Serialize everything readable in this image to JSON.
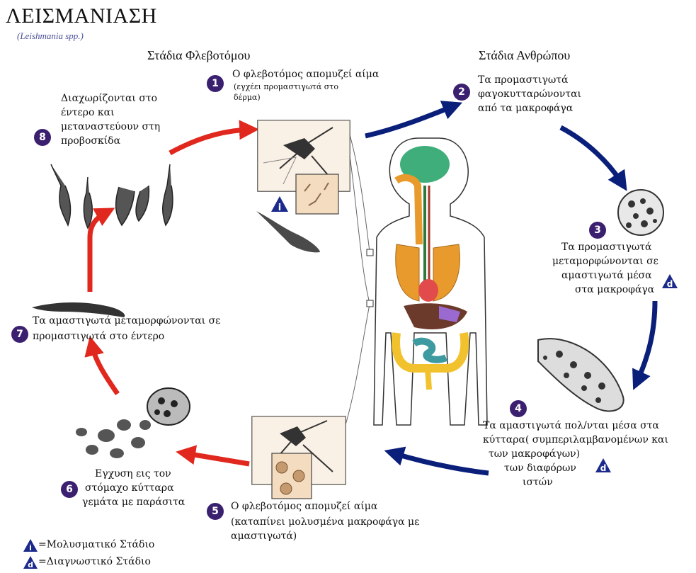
{
  "title": "ΛΕΙΣΜΑΝΙΑΣΗ",
  "subtitle": "(Leishmania spp.)",
  "sections": {
    "sandfly": "Στάδια Φλεβοτόμου",
    "human": "Στάδια Ανθρώπου"
  },
  "steps": [
    {
      "num": "1",
      "lines": [
        "Ο φλεβοτόμος απομυζεί αίμα"
      ],
      "note_lines": [
        "(εγχέει προμαστιγωτά  στο",
        "δέρμα)"
      ]
    },
    {
      "num": "2",
      "lines": [
        "Τα προμαστιγωτά",
        "φαγοκυτταρώνονται",
        "από τα μακροφάγα"
      ]
    },
    {
      "num": "3",
      "lines": [
        "Τα προμαστιγωτά",
        "μεταμορφώνονται σε",
        "αμαστιγωτά μέσα",
        "στα μακροφάγα"
      ]
    },
    {
      "num": "4",
      "lines": [
        "Τα αμαστιγωτά πολ/νται μέσα στα",
        "κύτταρα( συμπεριλαμβανομένων και",
        "των μακροφάγων)",
        "των διαφόρων",
        "ιστών"
      ]
    },
    {
      "num": "5",
      "lines": [
        "Ο φλεβοτόμος απομυζεί αίμα",
        "(καταπίνει μολυσμένα μακροφάγα με",
        "αμαστιγωτά)"
      ]
    },
    {
      "num": "6",
      "lines": [
        "Εγχυση εις τον",
        "στόμαχο κύτταρα",
        "γεμάτα με παράσιτα"
      ]
    },
    {
      "num": "7",
      "lines": [
        "Τα αμαστιγωτά μεταμορφώνονται σε",
        "προμαστιγωτά στο έντερο"
      ]
    },
    {
      "num": "8",
      "lines": [
        "Διαχωρίζονται στο",
        "έντερο και",
        "μεταναστεύουν στη",
        "προβοσκίδα"
      ]
    }
  ],
  "markers": {
    "infective": "i",
    "diagnostic": "d"
  },
  "legend": {
    "infective": "=Μολυσματικό Στάδιο",
    "diagnostic": "=Διαγνωστικό Στάδιο"
  },
  "colors": {
    "badge": "#3b2070",
    "sandfly_arrow": "#e0281e",
    "human_arrow": "#0a1f7a",
    "marker": "#1c2a8c",
    "panel_bg": "#f6e6d2",
    "brain": "#3fae7a",
    "lungs": "#e99a2c",
    "heart": "#e24b4b",
    "colon": "#f2c22e",
    "small_intestine": "#3d9aa0"
  }
}
